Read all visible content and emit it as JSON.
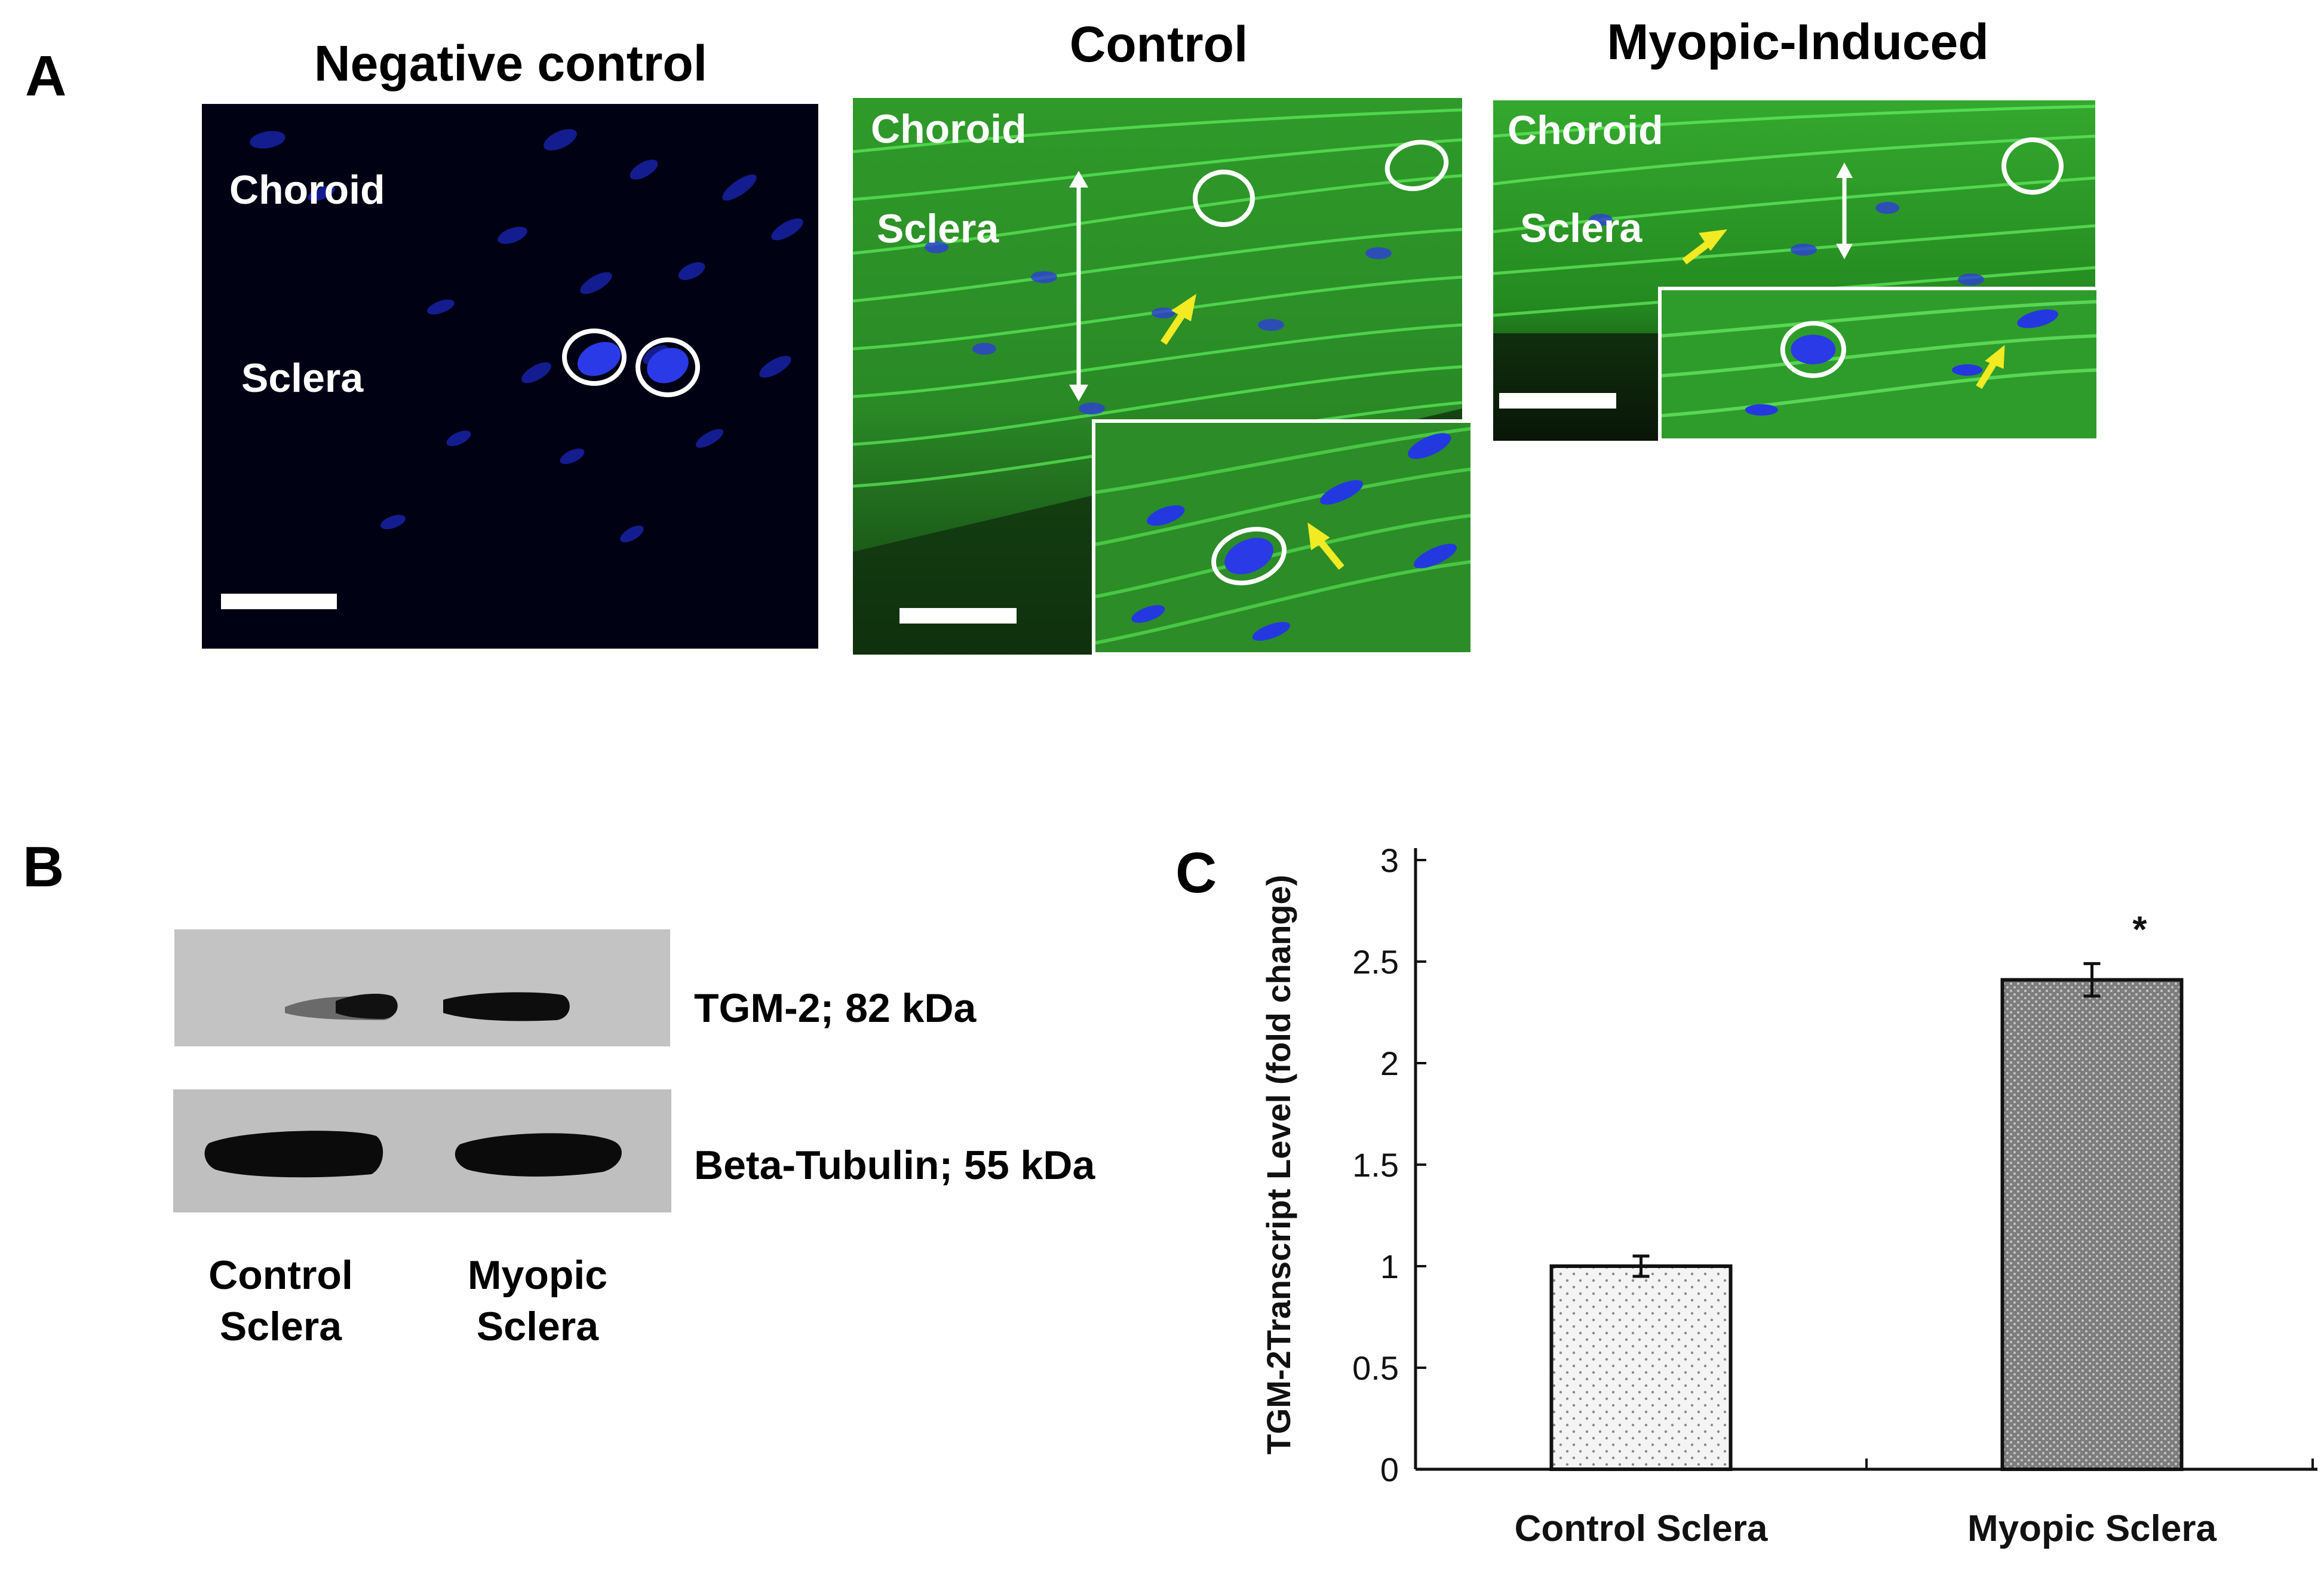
{
  "panel_a": {
    "letter": "A",
    "titles": {
      "negative": "Negative control",
      "control": "Control",
      "myopic": "Myopic-Induced"
    },
    "labels": {
      "choroid": "Choroid",
      "sclera": "Sclera"
    }
  },
  "panel_b": {
    "letter": "B",
    "bands": [
      "TGM-2; 82 kDa",
      "Beta-Tubulin; 55 kDa"
    ],
    "lanes": [
      {
        "line1": "Control",
        "line2": "Sclera"
      },
      {
        "line1": "Myopic",
        "line2": "Sclera"
      }
    ]
  },
  "panel_c": {
    "letter": "C"
  },
  "chart_data": {
    "type": "bar",
    "categories": [
      "Control Sclera",
      "Myopic Sclera"
    ],
    "values": [
      1.0,
      2.41
    ],
    "errors": [
      0.05,
      0.08
    ],
    "ylabel": "TGM-2Transcript Level (fold change)",
    "ylim": [
      0,
      3
    ],
    "yticks": [
      "0",
      "0.5",
      "1",
      "1.5",
      "2",
      "2.5",
      "3"
    ],
    "ytick_values": [
      0,
      0.5,
      1,
      1.5,
      2,
      2.5,
      3
    ],
    "annotations": [
      "*"
    ],
    "grid": false,
    "colors": {
      "bar1_fill": "#f2f2f2",
      "bar2_fill": "#9a9a9a"
    }
  },
  "colors": {
    "nuclei": "#1e2fd6",
    "collagen": "#2fc23a",
    "arrow": "#f2ea22"
  }
}
